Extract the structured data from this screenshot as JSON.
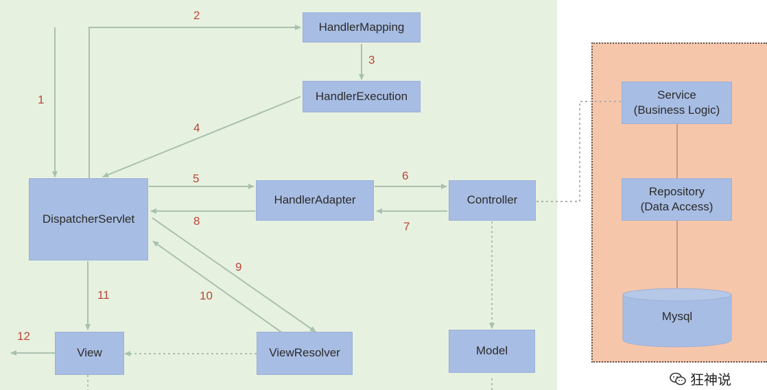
{
  "boxes": {
    "handler_mapping": "HandlerMapping",
    "handler_execution": "HandlerExecution",
    "dispatcher_servlet": "DispatcherServlet",
    "handler_adapter": "HandlerAdapter",
    "controller": "Controller",
    "view": "View",
    "view_resolver": "ViewResolver",
    "model": "Model",
    "service": "Service\n(Business Logic)",
    "repository": "Repository\n(Data Access)",
    "mysql": "Mysql"
  },
  "steps": [
    "1",
    "2",
    "3",
    "4",
    "5",
    "6",
    "7",
    "8",
    "9",
    "10",
    "11",
    "12"
  ],
  "watermark": {
    "icon": "wechat-icon",
    "text": "狂神说"
  },
  "colors": {
    "left_bg": "#e7f1df",
    "right_bg": "#f6c6ab",
    "box": "#a8bde3",
    "step_number": "#b9463c"
  }
}
